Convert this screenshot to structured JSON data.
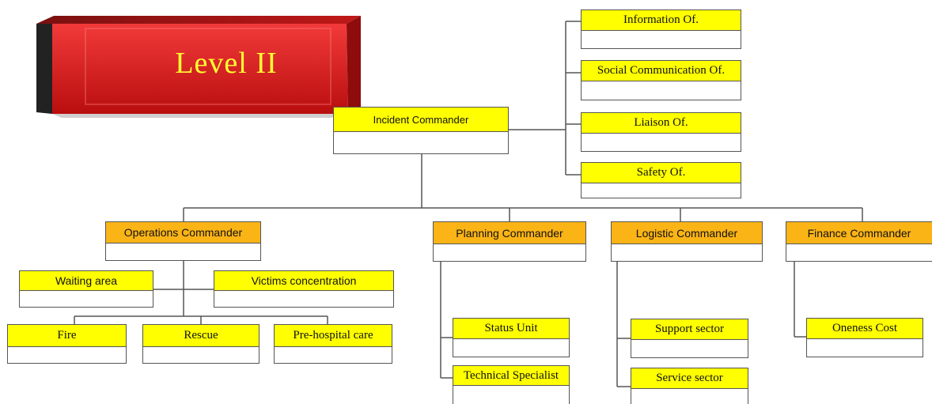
{
  "level_badge": {
    "label": "Level II",
    "color": "#e02222"
  },
  "colors": {
    "yellow": "#ffff00",
    "orange": "#fbb416",
    "line": "#555555"
  },
  "boxes": {
    "information": "Information Of.",
    "social_communication": "Social Communication Of.",
    "liaison": "Liaison Of.",
    "safety": "Safety Of.",
    "incident_commander": "Incident Commander",
    "operations": "Operations Commander",
    "planning": "Planning Commander",
    "logistic": "Logistic Commander",
    "finance": "Finance Commander",
    "waiting_area": "Waiting area",
    "victims_concentration": "Victims concentration",
    "fire": "Fire",
    "rescue": "Rescue",
    "prehospital": "Pre-hospital care",
    "status_unit": "Status Unit",
    "technical_specialist": "Technical Specialist",
    "support_sector": "Support sector",
    "service_sector": "Service sector",
    "oneness_cost": "Oneness Cost"
  }
}
